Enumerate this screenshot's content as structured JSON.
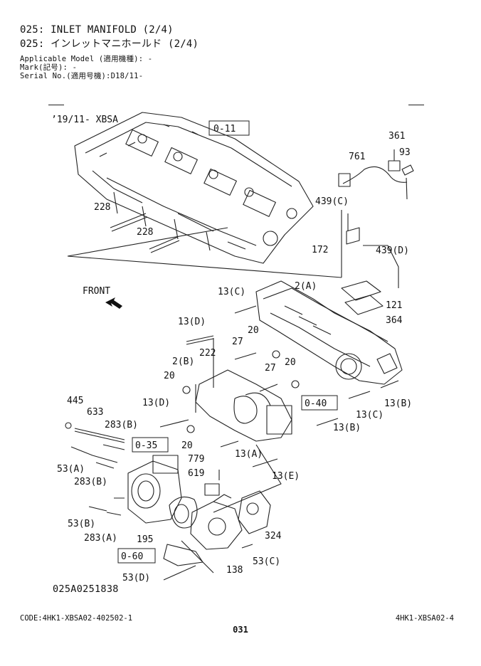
{
  "header": {
    "title_en": "025: INLET MANIFOLD (2/4)",
    "title_jp": "025: インレットマニホールド (2/4)",
    "applicable_model": "Applicable Model (適用機種): -",
    "mark": "Mark(記号): -",
    "serial_no": "Serial No.(適用号機):D18/11-"
  },
  "diagram": {
    "variant_note": "’19/11- XBSA",
    "front_label": "FRONT",
    "drawing_id": "025A0251838",
    "ref_boxes": [
      "0-11",
      "0-35",
      "0-40",
      "0-60"
    ],
    "callouts": {
      "c361": "361",
      "c93": "93",
      "c761": "761",
      "c439c": "439(C)",
      "c172": "172",
      "c439d": "439(D)",
      "c121": "121",
      "c364": "364",
      "c228a": "228",
      "c228b": "228",
      "c13c_top": "13(C)",
      "c2a": "2(A)",
      "c13d_top": "13(D)",
      "c20a": "20",
      "c27a": "27",
      "c2b": "2(B)",
      "c222": "222",
      "c27b": "27",
      "c20b": "20",
      "c20c": "20",
      "c13d_mid": "13(D)",
      "c445": "445",
      "c633": "633",
      "c283b_top": "283(B)",
      "c53a": "53(A)",
      "c283b_mid": "283(B)",
      "c13b_r": "13(B)",
      "c13c_r": "13(C)",
      "c13b_mid": "13(B)",
      "c20d": "20",
      "c779": "779",
      "c13a": "13(A)",
      "c619": "619",
      "c13e": "13(E)",
      "c53b": "53(B)",
      "c283a": "283(A)",
      "c195": "195",
      "c324": "324",
      "c53c": "53(C)",
      "c138": "138",
      "c53d": "53(D)"
    }
  },
  "footer": {
    "code_left": "CODE:4HK1-XBSA02-402502-1",
    "page_number": "031",
    "code_right": "4HK1-XBSA02-4"
  }
}
